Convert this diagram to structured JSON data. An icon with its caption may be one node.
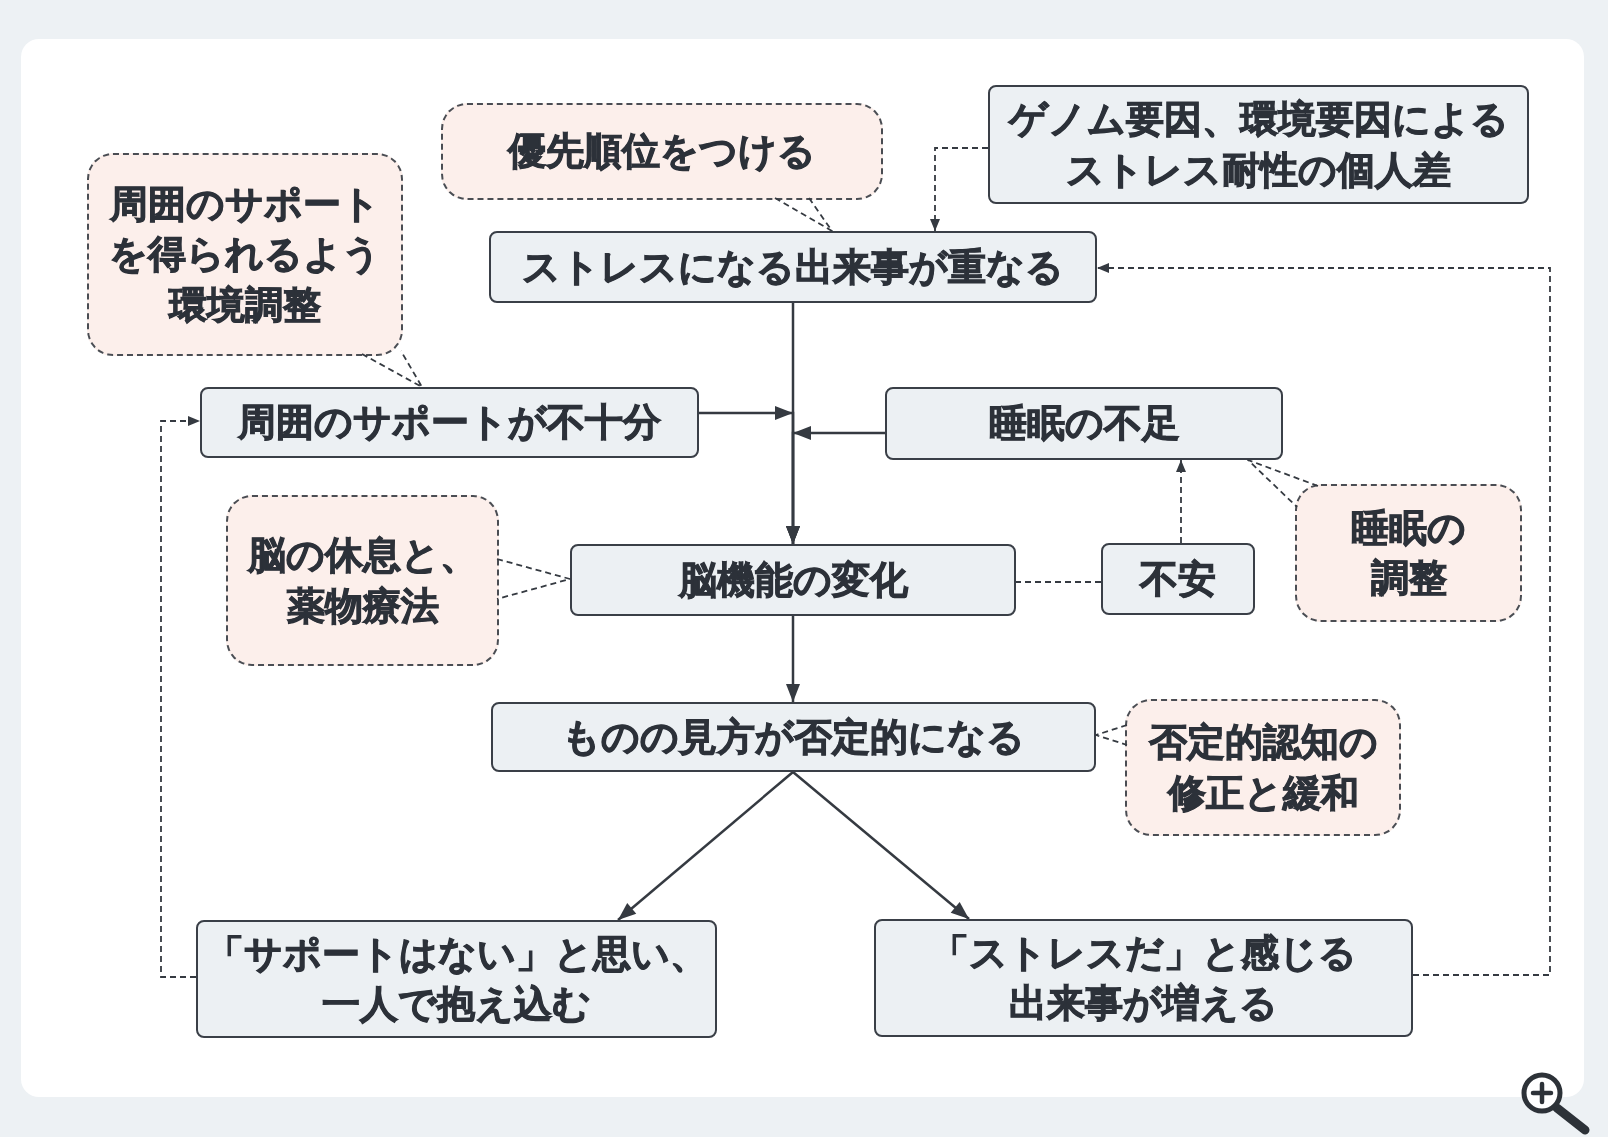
{
  "diagram": {
    "nodes": [
      {
        "text": [
          "優先順位をつける"
        ]
      },
      {
        "text": [
          "ゲノム要因、環境要因によるストレス耐性の個人差"
        ]
      },
      {
        "text": [
          "周囲のサポートを得られるよう環境調整"
        ]
      },
      {
        "text": [
          "ストレスになる出来事が重なる"
        ]
      },
      {
        "text": [
          "周囲のサポートが不十分"
        ]
      },
      {
        "text": [
          "睡眠の不足"
        ]
      },
      {
        "text": [
          "睡眠の調整"
        ]
      },
      {
        "text": [
          "脳の休息と、薬物療法"
        ]
      },
      {
        "text": [
          "脳機能の変化"
        ]
      },
      {
        "text": [
          "不安"
        ]
      },
      {
        "text": [
          "ものの見方が否定的になる"
        ]
      },
      {
        "text": [
          "否定的認知の修正と緩和"
        ]
      },
      {
        "text": [
          "「サポートはない」と思い、一人で抱え込む"
        ]
      },
      {
        "text": [
          "「ストレスだ」と感じる出来事が増える"
        ]
      }
    ],
    "edges": [
      {
        "from": 3,
        "to": 8,
        "arrow": "to"
      },
      {
        "from": 4,
        "to": 8,
        "arrow": "to"
      },
      {
        "from": 5,
        "to": 8,
        "arrow": "to"
      },
      {
        "from": 8,
        "to": 10,
        "arrow": "to"
      },
      {
        "from": 10,
        "to": 12,
        "arrow": "to"
      },
      {
        "from": 10,
        "to": 13,
        "arrow": "to"
      },
      {
        "from": 1,
        "to": 3,
        "arrow": "to",
        "style": "dashed"
      },
      {
        "from": 9,
        "to": 5,
        "arrow": "to",
        "style": "dashed"
      },
      {
        "from": 9,
        "to": 8,
        "arrow": "none",
        "style": "dashed"
      },
      {
        "from": 12,
        "to": 4,
        "arrow": "to",
        "style": "dashed"
      },
      {
        "from": 13,
        "to": 3,
        "arrow": "to",
        "style": "dashed"
      },
      {
        "from": 0,
        "to": 3,
        "arrow": "none",
        "style": "dashed"
      },
      {
        "from": 2,
        "to": 4,
        "arrow": "none",
        "style": "dashed"
      },
      {
        "from": 6,
        "to": 5,
        "arrow": "none",
        "style": "dashed"
      },
      {
        "from": 7,
        "to": 8,
        "arrow": "none",
        "style": "dashed"
      },
      {
        "from": 11,
        "to": 10,
        "arrow": "none",
        "style": "dashed"
      }
    ]
  }
}
